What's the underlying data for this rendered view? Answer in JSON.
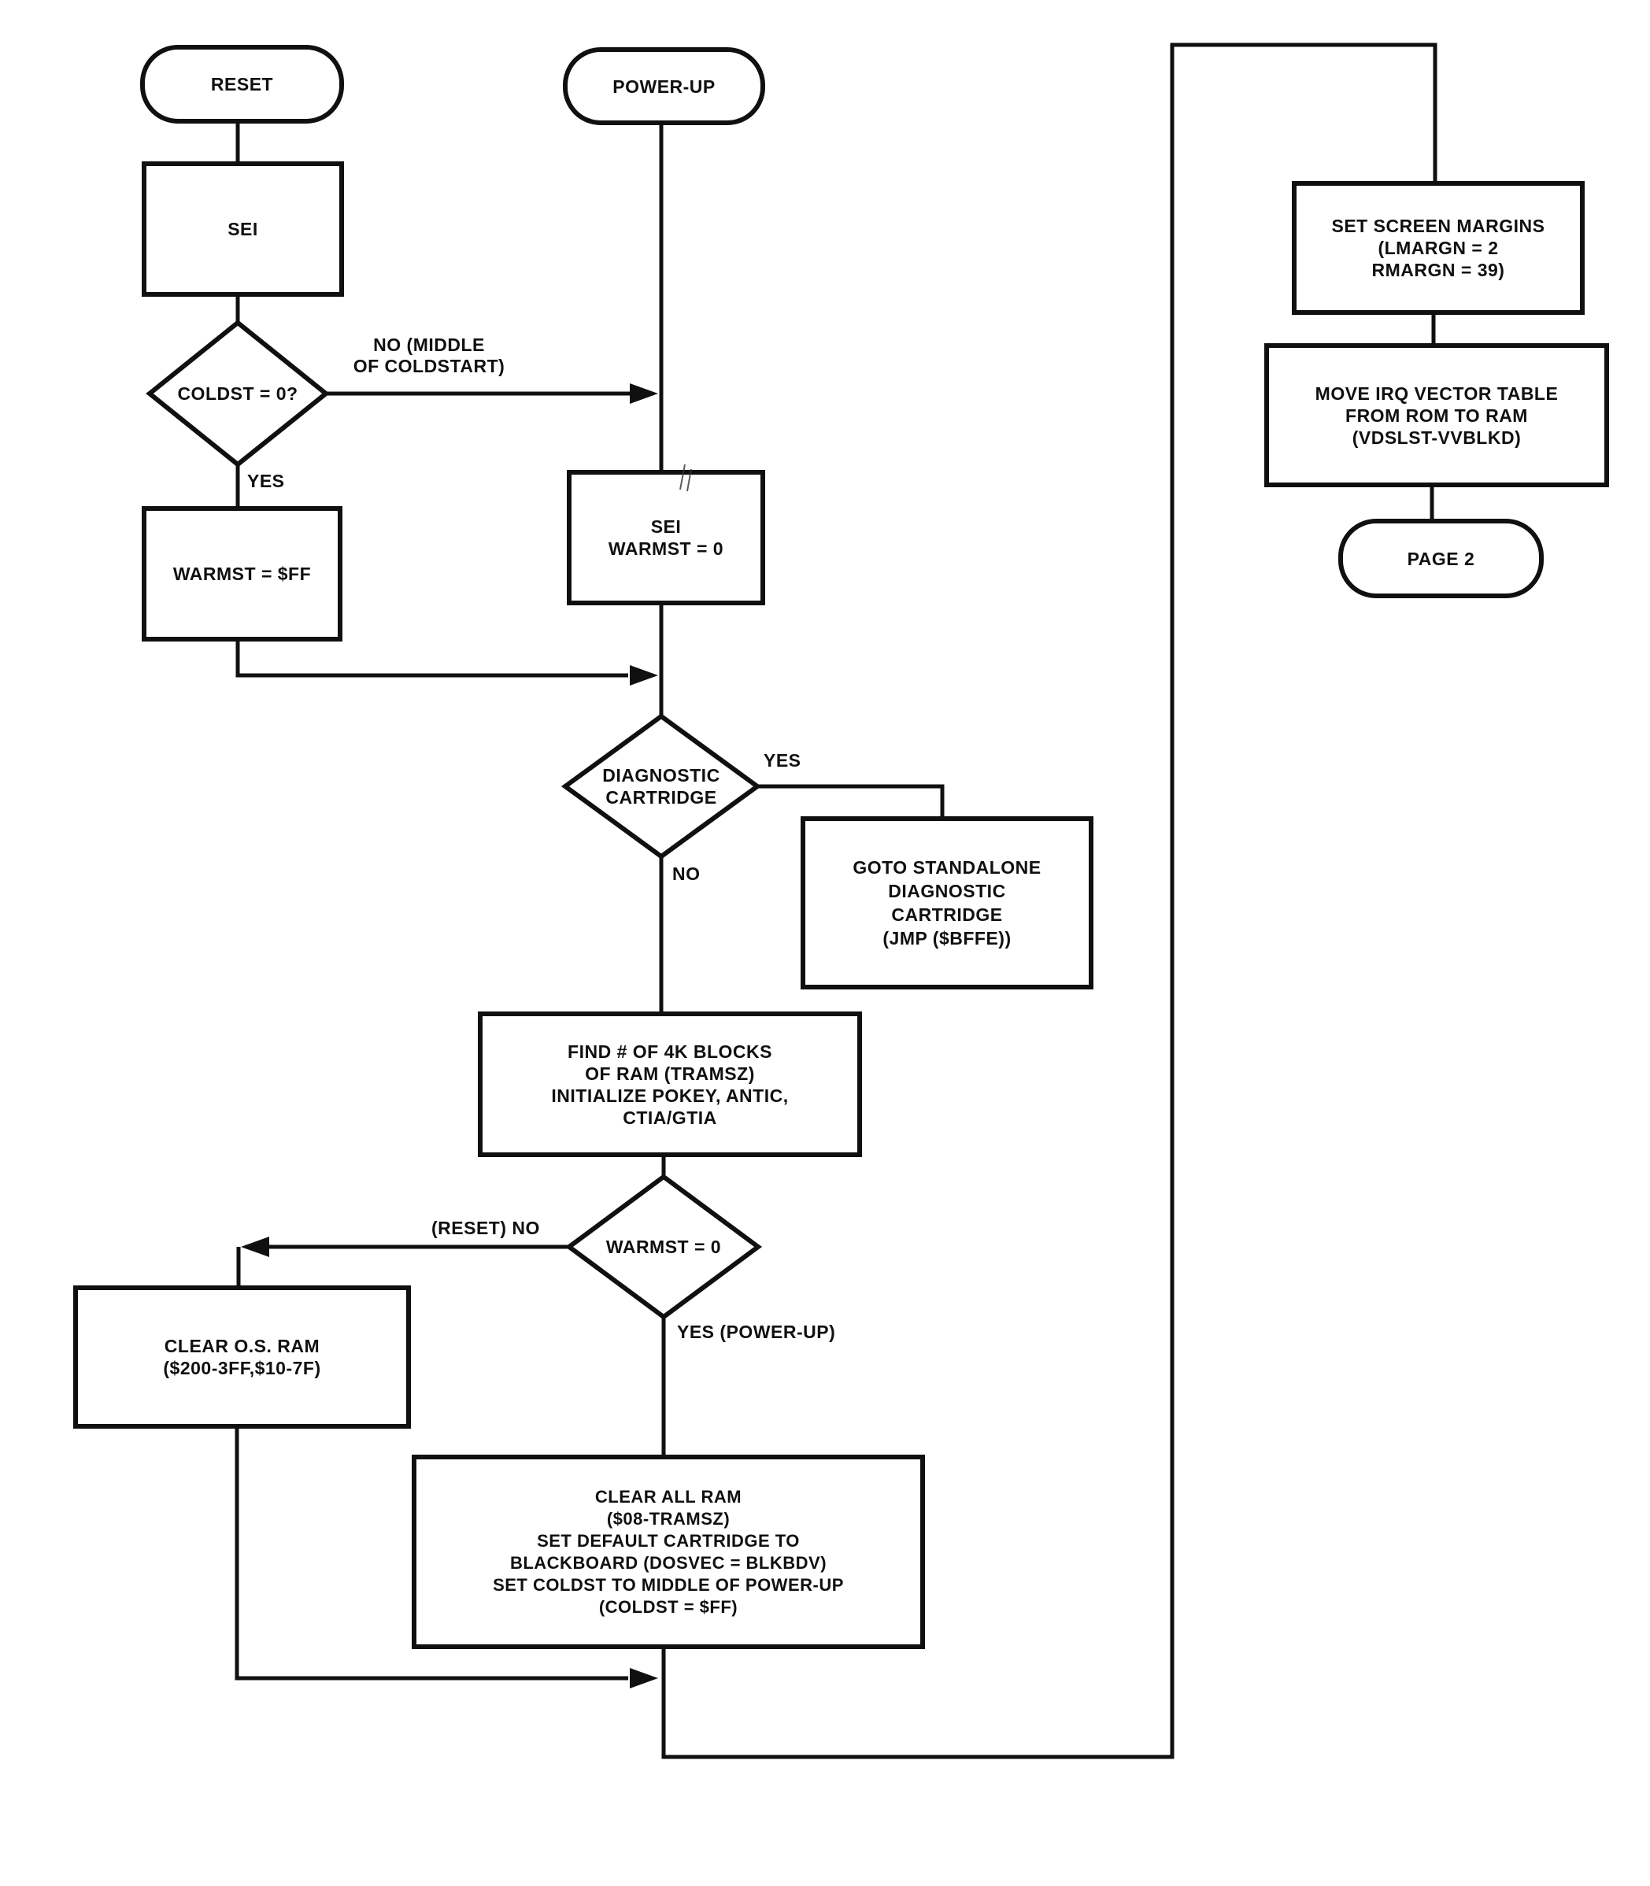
{
  "ink_color": "#101010",
  "paper_color": "#ffffff",
  "nodes": {
    "reset": {
      "label": "RESET"
    },
    "sei": {
      "label": "SEI"
    },
    "coldst": {
      "label": "COLDST = 0?"
    },
    "warmst_ff": {
      "label": "WARMST = $FF"
    },
    "powerup": {
      "label": "POWER-UP"
    },
    "sei_warmst0": {
      "label": "SEI\nWARMST = 0"
    },
    "diag_cart": {
      "label": "DIAGNOSTIC\nCARTRIDGE"
    },
    "goto_diag": {
      "label": "GOTO STANDALONE\nDIAGNOSTIC\nCARTRIDGE\n(JMP ($BFFE))"
    },
    "find_ram": {
      "label": "FIND # OF 4K BLOCKS\nOF RAM (TRAMSZ)\nINITIALIZE POKEY, ANTIC,\nCTIA/GTIA"
    },
    "warmst0": {
      "label": "WARMST = 0"
    },
    "clear_os": {
      "label": "CLEAR O.S. RAM\n($200-3FF,$10-7F)"
    },
    "clear_all": {
      "label": "CLEAR ALL RAM\n($08-TRAMSZ)\nSET DEFAULT CARTRIDGE TO\nBLACKBOARD (DOSVEC = BLKBDV)\nSET COLDST TO MIDDLE OF POWER-UP\n(COLDST = $FF)"
    },
    "set_margins": {
      "label": "SET SCREEN MARGINS\n(LMARGN = 2\nRMARGN = 39)"
    },
    "move_irq": {
      "label": "MOVE IRQ VECTOR TABLE\nFROM ROM TO RAM\n(VDSLST-VVBLKD)"
    },
    "page2": {
      "label": "PAGE 2"
    }
  },
  "edge_labels": {
    "no_middle_coldstart": "NO (MIDDLE\nOF COLDSTART)",
    "yes_coldstart": "YES",
    "yes_diag": "YES",
    "no_diag": "NO",
    "reset_no": "(RESET) NO",
    "yes_powerup": "YES (POWER-UP)"
  }
}
